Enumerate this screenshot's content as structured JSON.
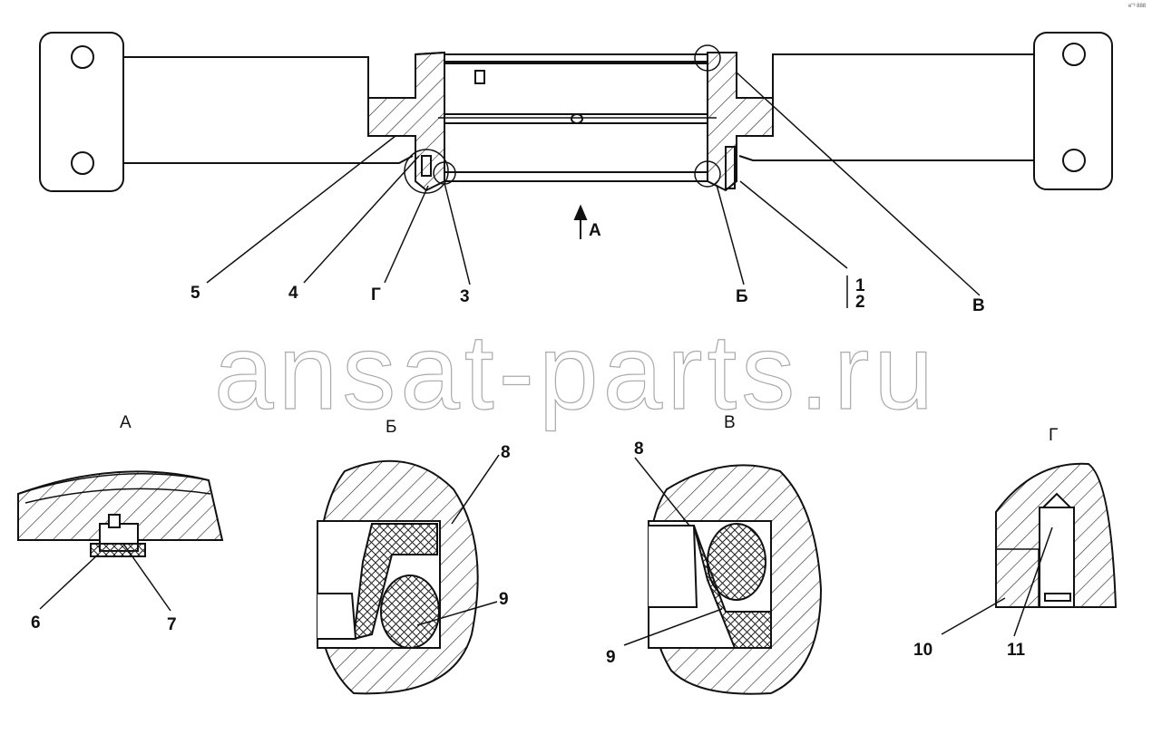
{
  "watermark": "ansat-parts.ru",
  "corner_mark": "е\"³ 888",
  "labels": {
    "pos1": "1",
    "pos2": "2",
    "pos3": "3",
    "pos4": "4",
    "pos5": "5",
    "pos6": "6",
    "pos7": "7",
    "pos8a": "8",
    "pos8b": "8",
    "pos9a": "9",
    "pos9b": "9",
    "pos10": "10",
    "pos11": "11",
    "arrow_A": "A",
    "callout_G": "Г",
    "callout_B": "Б",
    "callout_V": "В"
  },
  "views": {
    "A": "А",
    "B": "Б",
    "V": "В",
    "G": "Г"
  }
}
